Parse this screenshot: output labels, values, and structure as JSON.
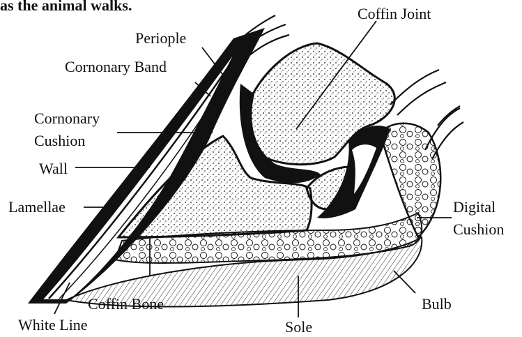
{
  "caption": "as the animal walks.",
  "labels": {
    "coffin_joint": "Coffin Joint",
    "periople": "Periople",
    "coronary_band": "Cornonary Band",
    "coronary_cushion_1": "Cornonary",
    "coronary_cushion_2": "Cushion",
    "wall": "Wall",
    "lamellae": "Lamellae",
    "digital_cushion_1": "Digital",
    "digital_cushion_2": "Cushion",
    "coffin_bone": "Coffin Bone",
    "bulb": "Bulb",
    "white_line": "White Line",
    "sole": "Sole"
  },
  "colors": {
    "ink": "#111111",
    "bone_fill": "#f2f2f2",
    "paper": "#ffffff"
  }
}
